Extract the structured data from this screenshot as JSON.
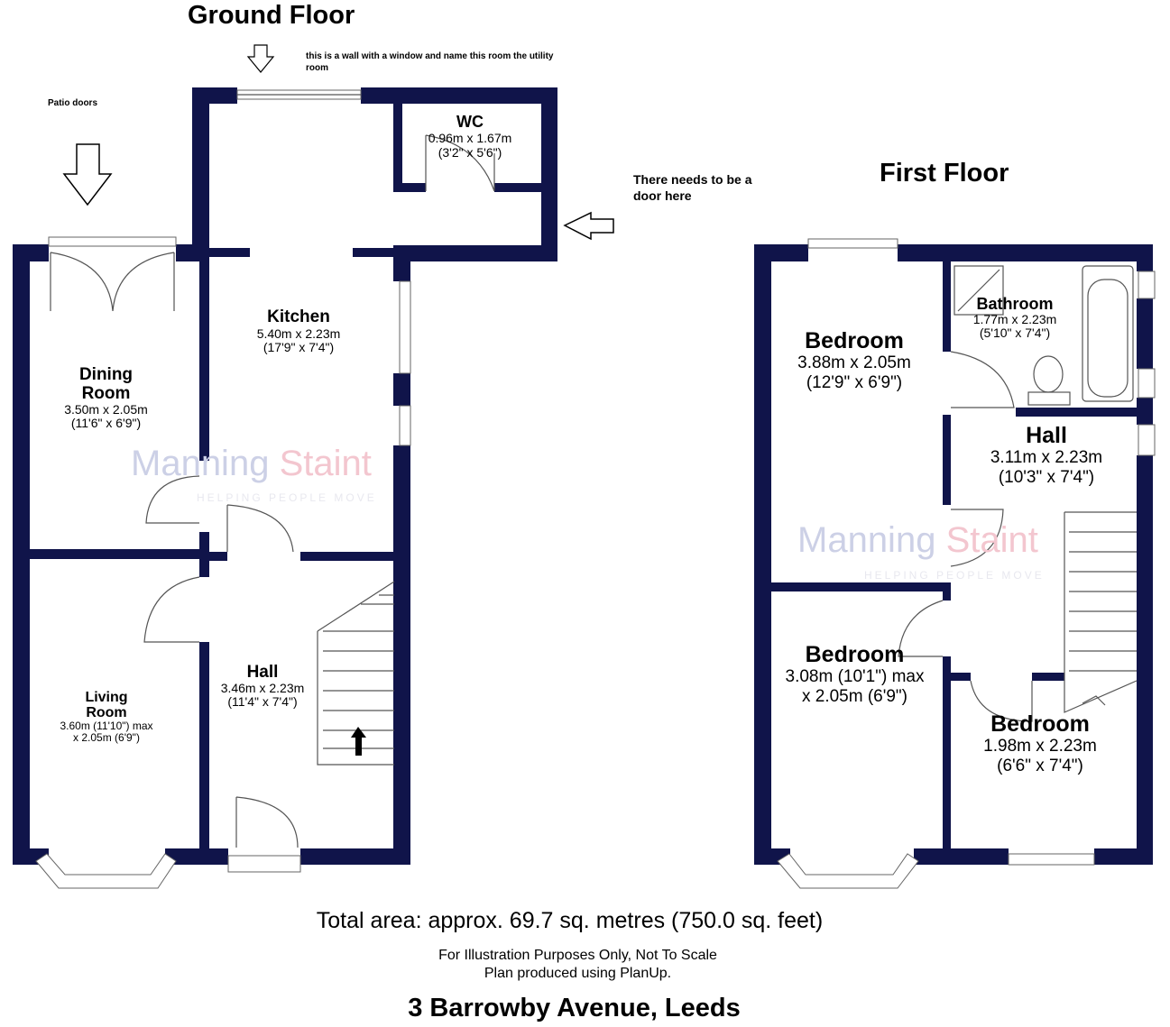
{
  "colors": {
    "wall": "#10144a",
    "watermark_primary": "#ccd0e6",
    "watermark_accent": "#f3c6cf"
  },
  "ground_floor": {
    "title": "Ground Floor",
    "rooms": {
      "wc": {
        "name": "WC",
        "metric": "0.96m x 1.67m",
        "imperial": "(3'2\" x 5'6\")"
      },
      "kitchen": {
        "name": "Kitchen",
        "metric": "5.40m x 2.23m",
        "imperial": "(17'9\" x 7'4\")"
      },
      "dining": {
        "name_line1": "Dining",
        "name_line2": "Room",
        "metric": "3.50m x 2.05m",
        "imperial": "(11'6\" x 6'9\")"
      },
      "living": {
        "name_line1": "Living",
        "name_line2": "Room",
        "metric": "3.60m (11'10\") max",
        "imperial": "x 2.05m (6'9\")"
      },
      "hall": {
        "name": "Hall",
        "metric": "3.46m x 2.23m",
        "imperial": "(11'4\" x 7'4\")"
      }
    }
  },
  "first_floor": {
    "title": "First Floor",
    "rooms": {
      "bathroom": {
        "name": "Bathroom",
        "metric": "1.77m x 2.23m",
        "imperial": "(5'10\" x 7'4\")"
      },
      "bedroom1": {
        "name": "Bedroom",
        "metric": "3.88m x 2.05m",
        "imperial": "(12'9\" x 6'9\")"
      },
      "hall": {
        "name": "Hall",
        "metric": "3.11m x 2.23m",
        "imperial": "(10'3\" x 7'4\")"
      },
      "bedroom2": {
        "name": "Bedroom",
        "metric": "3.08m (10'1\") max",
        "imperial": "x 2.05m (6'9\")"
      },
      "bedroom3": {
        "name": "Bedroom",
        "metric": "1.98m x 2.23m",
        "imperial": "(6'6\" x 7'4\")"
      }
    }
  },
  "annotations": {
    "utility_note_line1": "this is a wall with a window and name this room the utility",
    "utility_note_line2": "room",
    "patio": "Patio doors",
    "door_note_line1": "There needs to be a",
    "door_note_line2": "door here"
  },
  "watermark": {
    "part1": "Manning",
    "part2": "Staint",
    "tagline": "HELPING PEOPLE MOVE"
  },
  "footer": {
    "total_area": "Total area: approx. 69.7 sq. metres (750.0 sq. feet)",
    "disclaimer": "For Illustration Purposes Only, Not To Scale",
    "produced": "Plan produced using PlanUp.",
    "address": "3 Barrowby Avenue, Leeds"
  }
}
